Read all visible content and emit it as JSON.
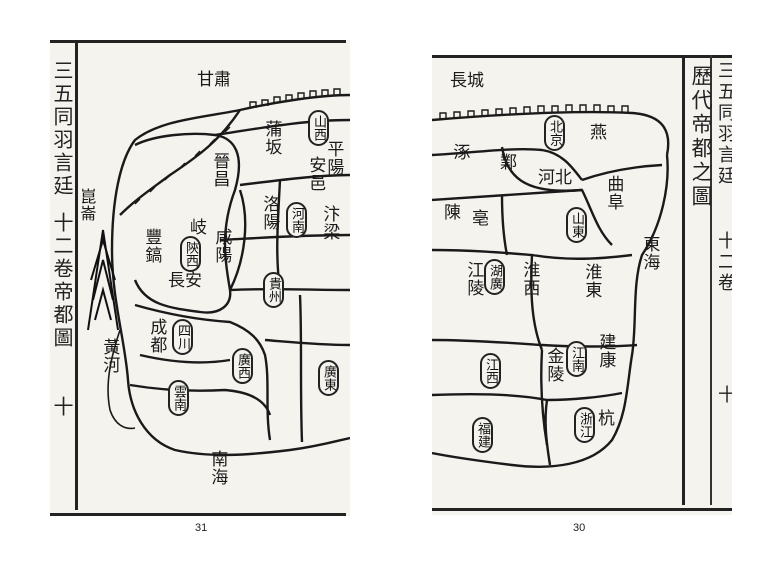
{
  "left_page": {
    "margin_title": "三五同羽言廷",
    "margin_chapter": "十二卷帝都圖",
    "margin_folio": "十",
    "page_number": "31",
    "places": {
      "gansu": "甘肅",
      "kunlun": "崑崙",
      "puban": "蒲坂",
      "pingyang": "平陽",
      "anyi": "安邑",
      "jinchang": "晉昌",
      "qi": "岐",
      "xianyang": "咸陽",
      "luoyang": "洛陽",
      "bianliang": "汴梁",
      "fenghao": "豐鎬",
      "changan": "長安",
      "chengdu": "成都",
      "huanghe": "黃河",
      "nanhai": "南海"
    },
    "provinces": {
      "shanxi": "山西",
      "henan": "河南",
      "shaanxi": "陝西",
      "guizhou": "貴州",
      "sichuan": "四川",
      "guangxi": "廣西",
      "guangdong": "廣東",
      "yunnan": "雲南"
    }
  },
  "right_page": {
    "title": "歷代帝都之圖",
    "margin_title": "三五同羽言廷",
    "margin_chapter": "十二卷",
    "margin_folio": "十",
    "page_number": "30",
    "places": {
      "changcheng": "長城",
      "yan": "燕",
      "zhuo": "涿",
      "ye": "鄴",
      "hebei": "河北",
      "qufu": "曲阜",
      "chen": "陳",
      "bo": "亳",
      "donghai": "東海",
      "jiangling": "江陵",
      "huaixi": "淮西",
      "huaidong": "淮東",
      "jiankang": "建康",
      "jinling": "金陵",
      "hang": "杭"
    },
    "provinces": {
      "beijing": "北京",
      "shandong": "山東",
      "huguang": "湖廣",
      "jiangnan": "江南",
      "jiangxi": "江西",
      "zhejiang": "浙江",
      "fujian": "福建"
    }
  },
  "colors": {
    "ink": "#1a1a1a",
    "paper": "#f4f3ee",
    "background": "#ffffff"
  }
}
